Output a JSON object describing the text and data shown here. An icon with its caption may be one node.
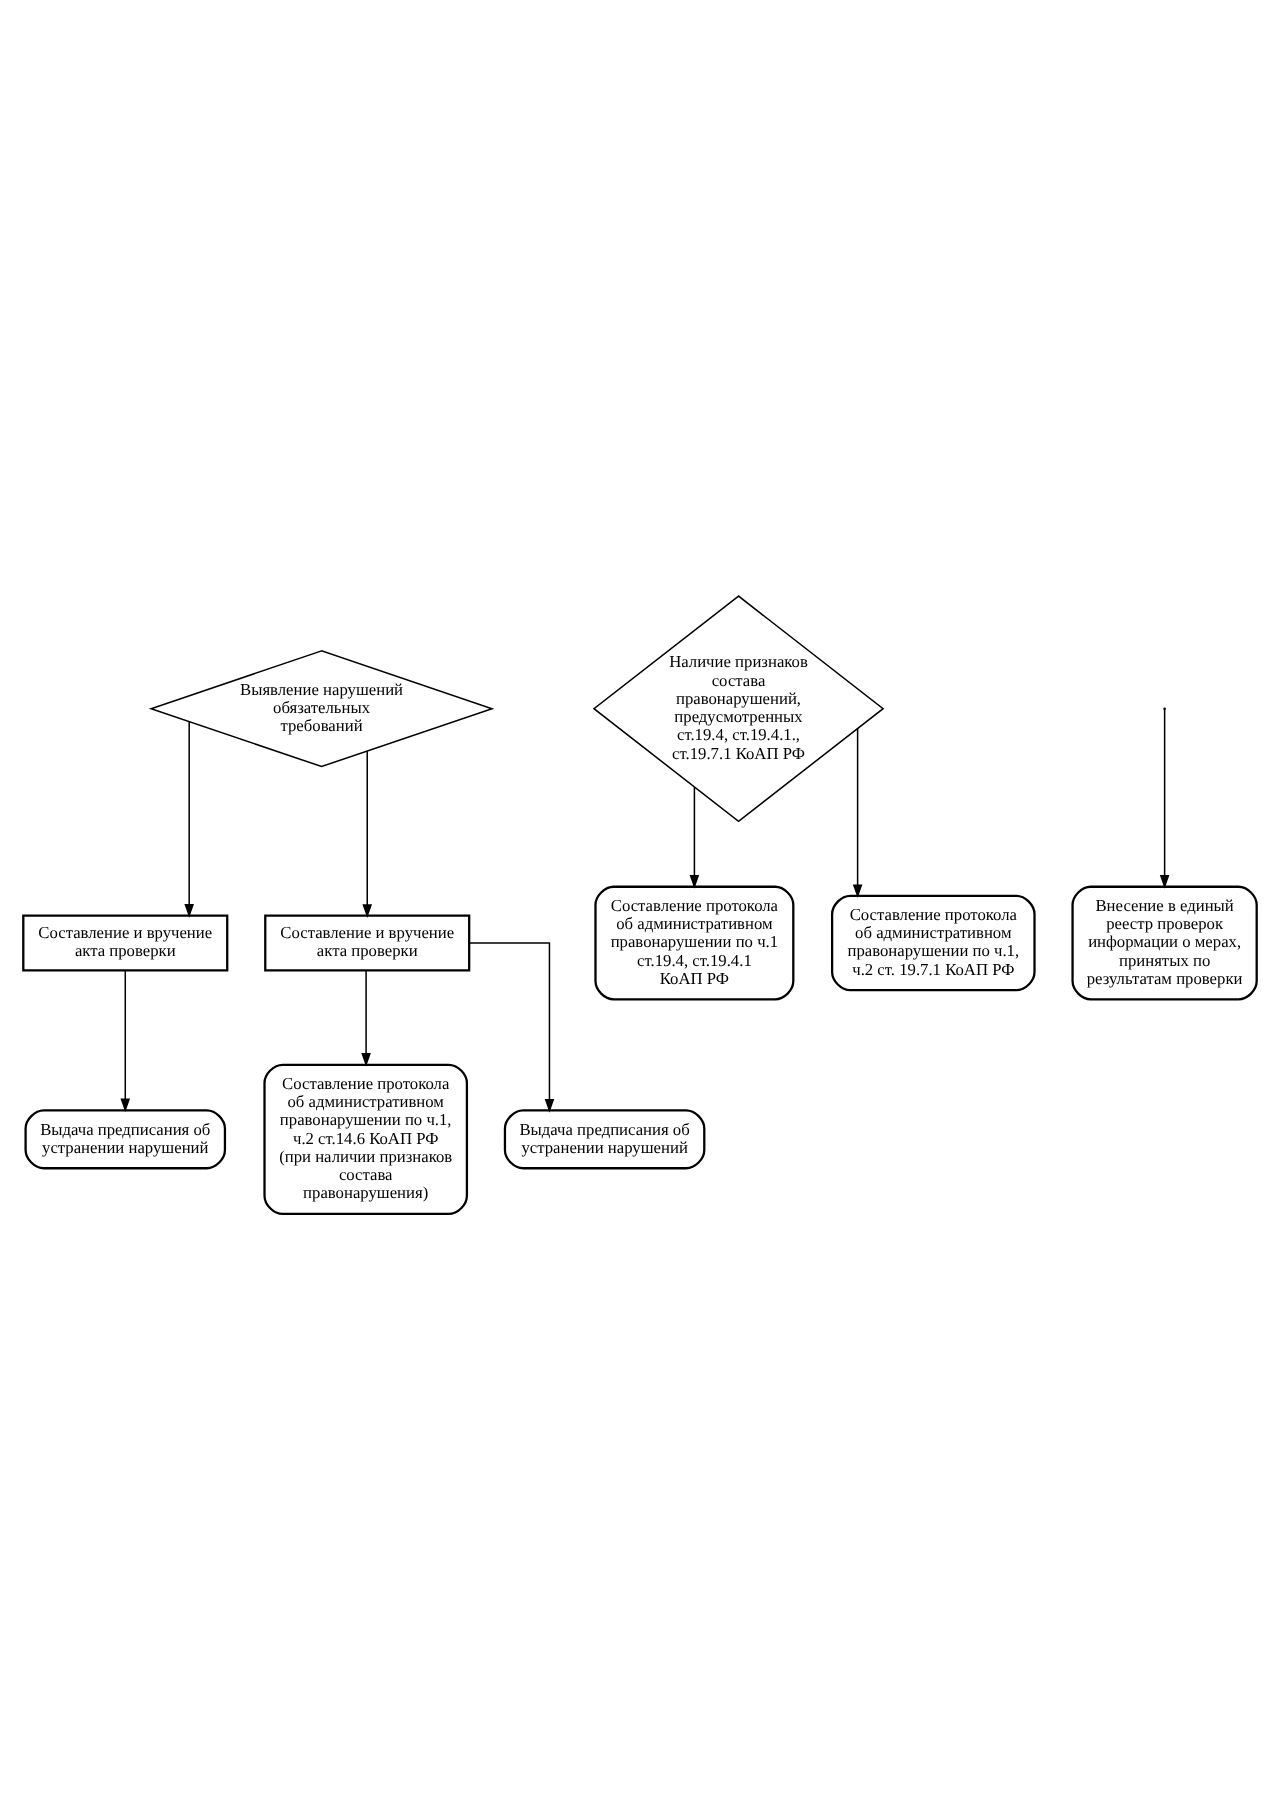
{
  "diagram": {
    "nodes": [
      {
        "text": [
          "Выявление нарушений обязательных требований"
        ]
      },
      {
        "text": [
          "Наличие признаков состава правонарушений, предусмотренных ст.19.4, ст.19.4.1., ст.19.7.1 КоАП РФ"
        ]
      },
      {
        "text": [
          "Составление и вручение акта проверки"
        ]
      },
      {
        "text": [
          "Составление и вручение акта проверки"
        ]
      },
      {
        "text": [
          "Составление протокола об административном правонарушении по ч.1 ст.19.4, ст.19.4.1 КоАП РФ"
        ]
      },
      {
        "text": [
          "Составление протокола об административном правонарушении по ч.1, ч.2 ст. 19.7.1 КоАП РФ"
        ]
      },
      {
        "text": [
          "Внесение в единый реестр проверок информации о мерах, принятых по результатам проверки"
        ]
      },
      {
        "text": [
          "Выдача предписания об устранении нарушений"
        ]
      },
      {
        "text": [
          "Составление протокола об административном правонарушении по ч.1, ч.2 ст.14.6 КоАП РФ (при наличии признаков состава правонарушения)"
        ]
      },
      {
        "text": [
          "Выдача предписания об устранении нарушений"
        ]
      }
    ],
    "edges": [
      {
        "from": 0,
        "to": 2,
        "arrow": "to"
      },
      {
        "from": 0,
        "to": 3,
        "arrow": "to"
      },
      {
        "from": 1,
        "to": 4,
        "arrow": "to"
      },
      {
        "from": 1,
        "to": 5,
        "arrow": "to"
      },
      {
        "from": 2,
        "to": 7,
        "arrow": "to"
      },
      {
        "from": 3,
        "to": 8,
        "arrow": "to"
      },
      {
        "from": 3,
        "to": 9,
        "arrow": "to"
      },
      {
        "from": null,
        "to": 6,
        "arrow": "to"
      }
    ]
  }
}
